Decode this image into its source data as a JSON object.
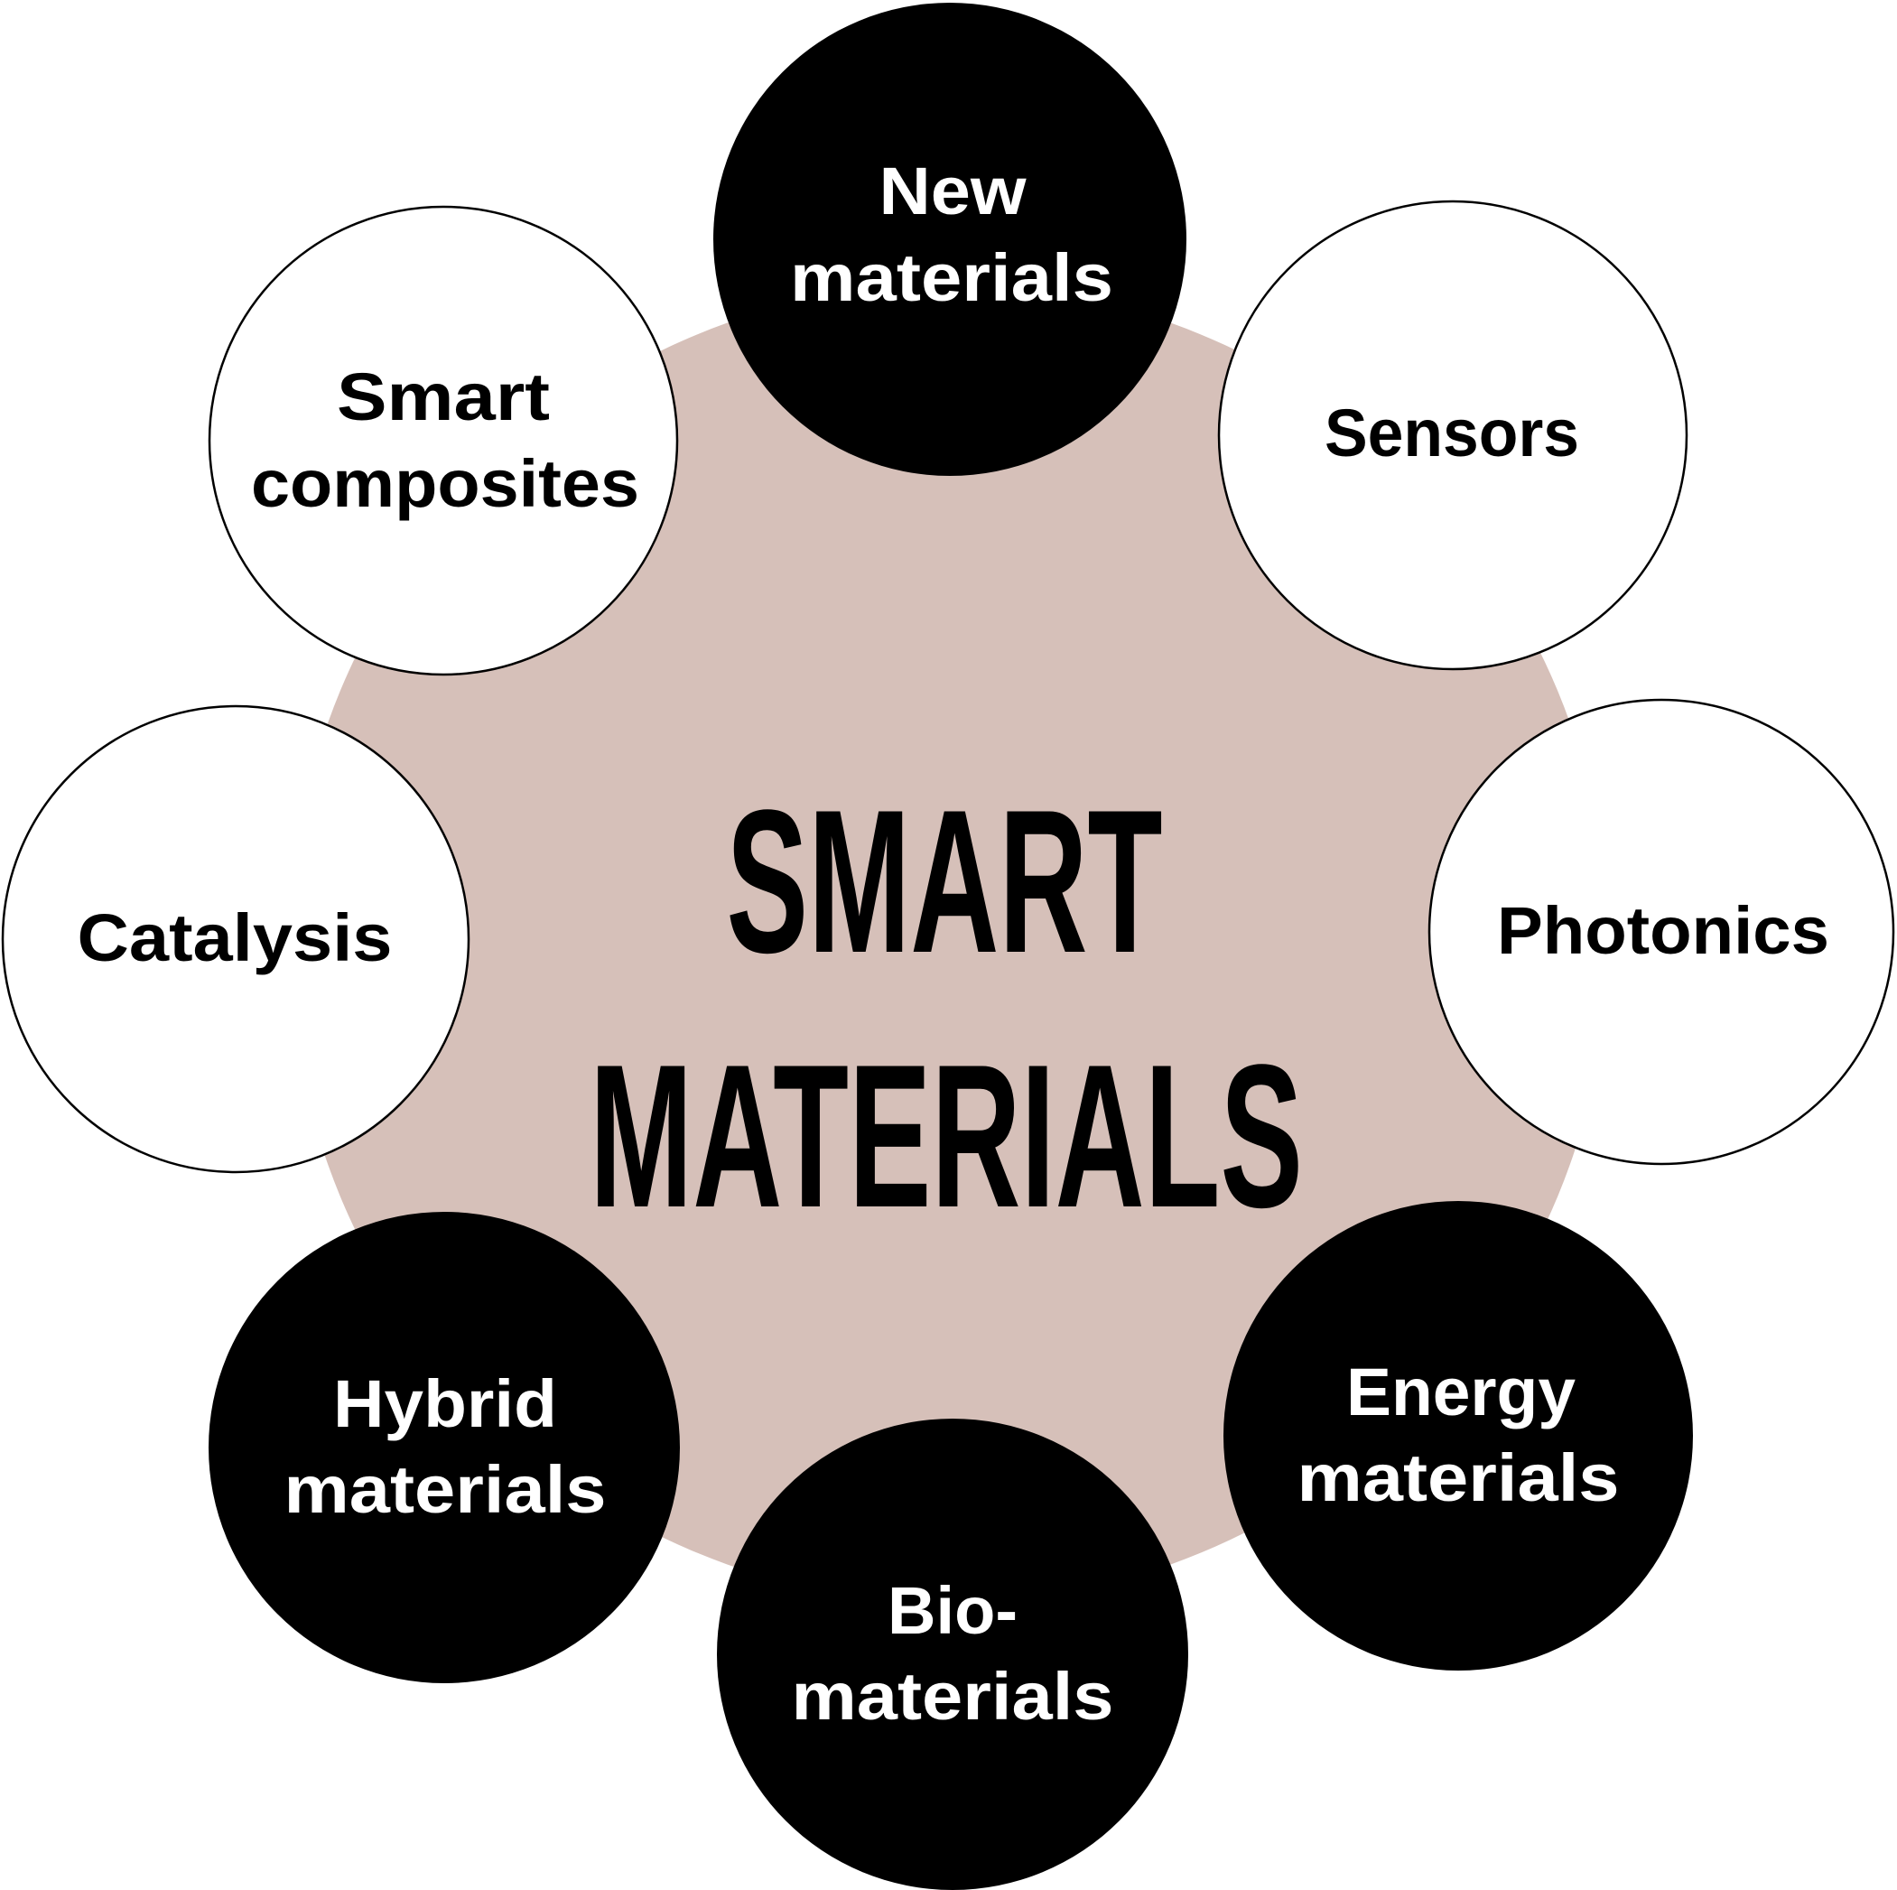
{
  "diagram": {
    "title": {
      "line1": "SMART",
      "line2": "MATERIALS"
    },
    "colors": {
      "background": "#FFFFFF",
      "hub": "#D6C0B9",
      "dark_node": "#000000",
      "light_node": "#FFFFFF",
      "stroke": "#000000",
      "dark_text": "#FFFFFF",
      "light_text": "#000000"
    },
    "nodes": [
      {
        "id": "new-materials",
        "style": "dark",
        "lines": [
          "New",
          "materials"
        ]
      },
      {
        "id": "sensors",
        "style": "light",
        "lines": [
          "Sensors"
        ]
      },
      {
        "id": "photonics",
        "style": "light",
        "lines": [
          "Photonics"
        ]
      },
      {
        "id": "energy-materials",
        "style": "dark",
        "lines": [
          "Energy",
          "materials"
        ]
      },
      {
        "id": "bio-materials",
        "style": "dark",
        "lines": [
          "Bio-",
          "materials"
        ]
      },
      {
        "id": "hybrid-materials",
        "style": "dark",
        "lines": [
          "Hybrid",
          "materials"
        ]
      },
      {
        "id": "catalysis",
        "style": "light",
        "lines": [
          "Catalysis"
        ]
      },
      {
        "id": "smart-composites",
        "style": "light",
        "lines": [
          "Smart",
          "composites"
        ]
      }
    ]
  }
}
